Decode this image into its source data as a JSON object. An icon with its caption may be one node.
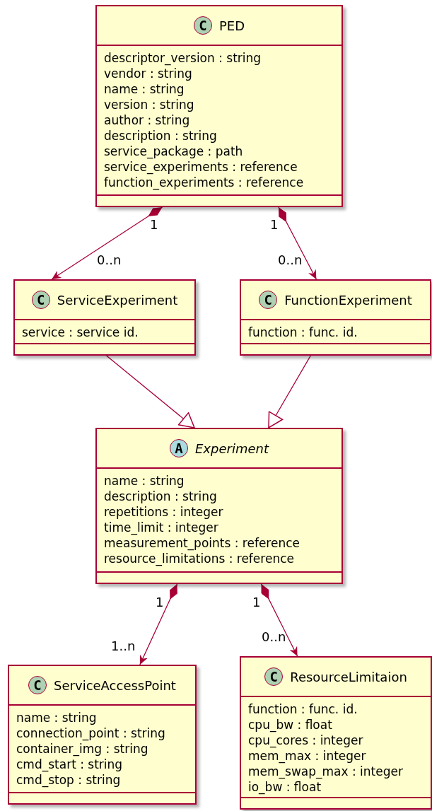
{
  "diagram": {
    "nodes": [
      {
        "text": [
          "C",
          "PED",
          "descriptor_version : string",
          "vendor : string",
          "name : string",
          "version : string",
          "author : string",
          "description : string",
          "service_package : path",
          "service_experiments : reference",
          "function_experiments : reference"
        ]
      },
      {
        "text": [
          "C",
          "ServiceExperiment",
          "service : service id."
        ]
      },
      {
        "text": [
          "C",
          "FunctionExperiment",
          "function : func. id."
        ]
      },
      {
        "text": [
          "A",
          "*Experiment*",
          "name : string",
          "description : string",
          "repetitions : integer",
          "time_limit : integer",
          "measurement_points : reference",
          "resource_limitations : reference"
        ]
      },
      {
        "text": [
          "C",
          "ServiceAccessPoint",
          "name : string",
          "connection_point : string",
          "container_img : string",
          "cmd_start :  string",
          "cmd_stop :  string"
        ]
      },
      {
        "text": [
          "C",
          "ResourceLimitaion",
          "function : func. id.",
          "cpu_bw : float",
          "cpu_cores : integer",
          "mem_max : integer",
          "mem_swap_max : integer",
          "io_bw : float"
        ]
      }
    ],
    "edges": [
      {
        "from": 0,
        "to": 1,
        "arrow": "to"
      },
      {
        "from": 0,
        "to": 2,
        "arrow": "to"
      },
      {
        "from": 1,
        "to": 3,
        "arrow": "to"
      },
      {
        "from": 2,
        "to": 3,
        "arrow": "to"
      },
      {
        "from": 3,
        "to": 4,
        "arrow": "to"
      },
      {
        "from": 3,
        "to": 5,
        "arrow": "to"
      }
    ],
    "labels": [
      "1",
      "0..n",
      "1",
      "0..n",
      "1",
      "1..n",
      "1",
      "0..n"
    ]
  }
}
